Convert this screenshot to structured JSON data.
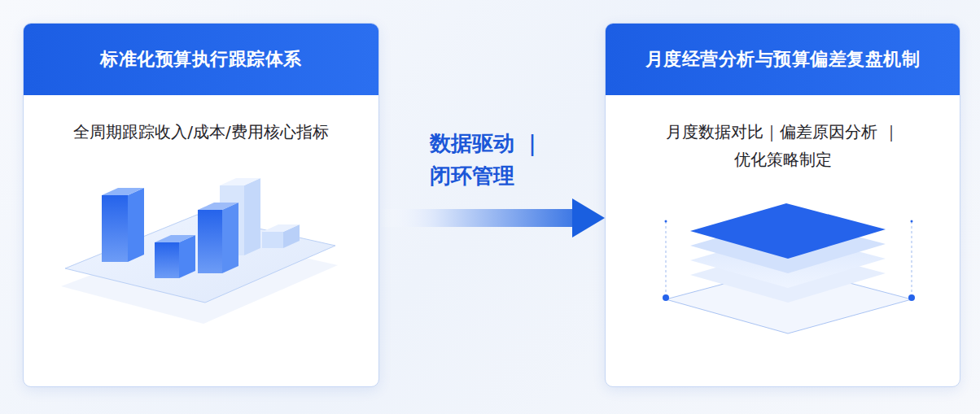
{
  "diagram": {
    "nodes": [
      {
        "text": [
          "标准化预算执行跟踪体系",
          "全周期跟踪收入/成本/费用核心指标"
        ]
      },
      {
        "text": [
          "月度经营分析与预算偏差复盘机制",
          "月度数据对比｜偏差原因分析 ｜优化策略制定"
        ]
      }
    ],
    "edges": [
      {
        "from": 0,
        "to": 1,
        "arrow": "to",
        "label": "数据驱动 ｜闭环管理"
      }
    ]
  }
}
